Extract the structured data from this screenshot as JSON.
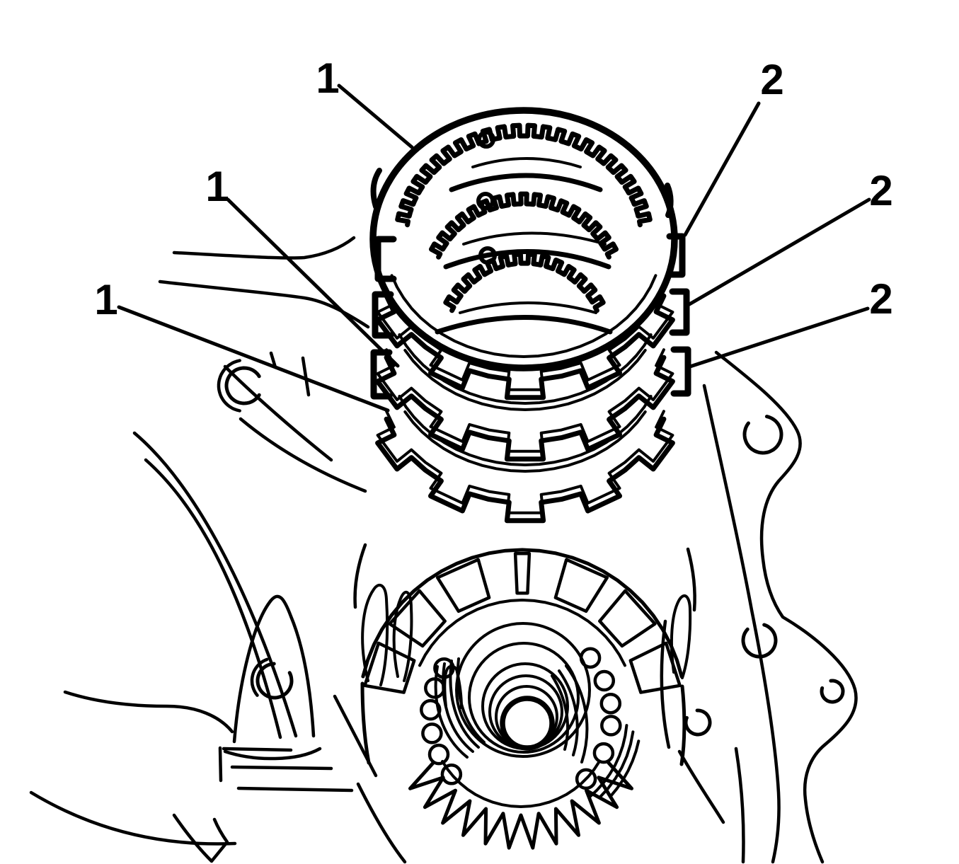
{
  "figure": {
    "background_color": "#ffffff",
    "line_color": "#000000",
    "kind": "technical-line-illustration"
  },
  "callouts": {
    "left": [
      {
        "label": "1"
      },
      {
        "label": "1"
      },
      {
        "label": "1"
      }
    ],
    "right": [
      {
        "label": "2"
      },
      {
        "label": "2"
      },
      {
        "label": "2"
      }
    ]
  }
}
